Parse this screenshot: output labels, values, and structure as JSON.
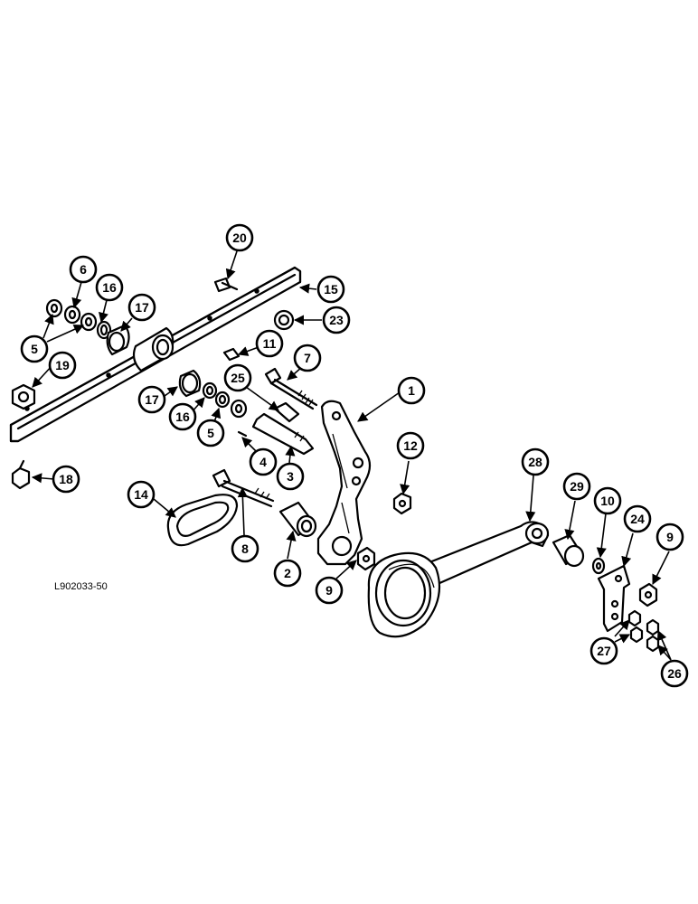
{
  "figure_code": "L902033-50",
  "callouts": [
    "20",
    "6",
    "16",
    "17",
    "15",
    "5",
    "23",
    "19",
    "11",
    "7",
    "25",
    "1",
    "17",
    "16",
    "5",
    "12",
    "4",
    "3",
    "18",
    "14",
    "28",
    "29",
    "10",
    "24",
    "9",
    "8",
    "2",
    "9",
    "27",
    "26"
  ]
}
